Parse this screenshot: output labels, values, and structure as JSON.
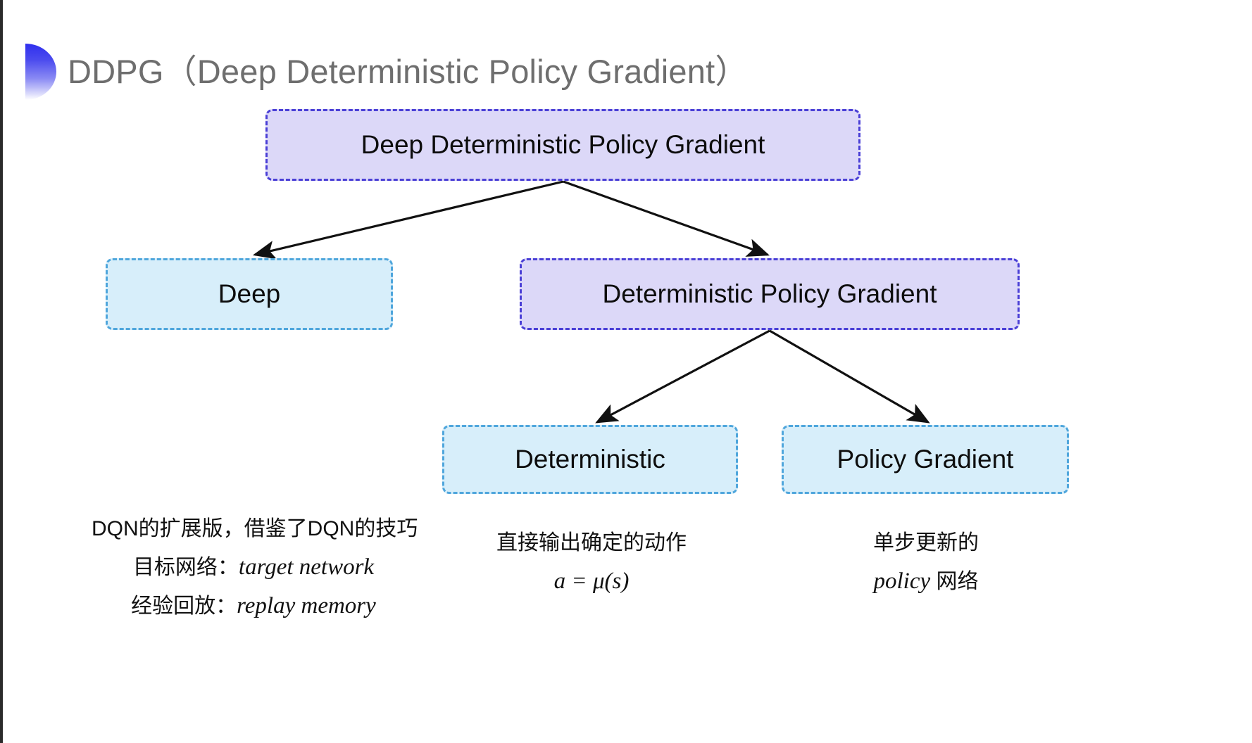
{
  "slide": {
    "title": "DDPG（Deep Deterministic Policy Gradient）",
    "title_color": "#6e6e6e",
    "background": "#ffffff"
  },
  "theme": {
    "purple_fill": "#dcd8f8",
    "purple_border": "#4a3fd6",
    "blue_fill": "#d7eefa",
    "blue_border": "#4fa6dc",
    "arrow_color": "#111111",
    "bullet_gradient_top": "#2f2fee",
    "bullet_gradient_bottom": "#ffffff"
  },
  "diagram": {
    "type": "tree",
    "nodes": [
      {
        "id": "root",
        "label": "Deep Deterministic Policy Gradient",
        "style": "purple"
      },
      {
        "id": "deep",
        "label": "Deep",
        "style": "blue"
      },
      {
        "id": "dpg",
        "label": "Deterministic Policy Gradient",
        "style": "purple"
      },
      {
        "id": "deterministic",
        "label": "Deterministic",
        "style": "blue"
      },
      {
        "id": "policy_gradient",
        "label": "Policy Gradient",
        "style": "blue"
      }
    ],
    "edges": [
      {
        "from": "root",
        "to": "deep"
      },
      {
        "from": "root",
        "to": "dpg"
      },
      {
        "from": "dpg",
        "to": "deterministic"
      },
      {
        "from": "dpg",
        "to": "policy_gradient"
      }
    ]
  },
  "captions": {
    "deep": {
      "line_1": "DQN的扩展版，借鉴了DQN的技巧",
      "line_2_label": "目标网络：",
      "line_2_math": "target network",
      "line_3_label": "经验回放：",
      "line_3_math": "replay memory"
    },
    "deterministic": {
      "line_1": "直接输出确定的动作",
      "line_2_math": "a = μ(s)"
    },
    "policy_gradient": {
      "line_1": "单步更新的",
      "line_2_math": "policy",
      "line_2_suffix": " 网络"
    }
  }
}
